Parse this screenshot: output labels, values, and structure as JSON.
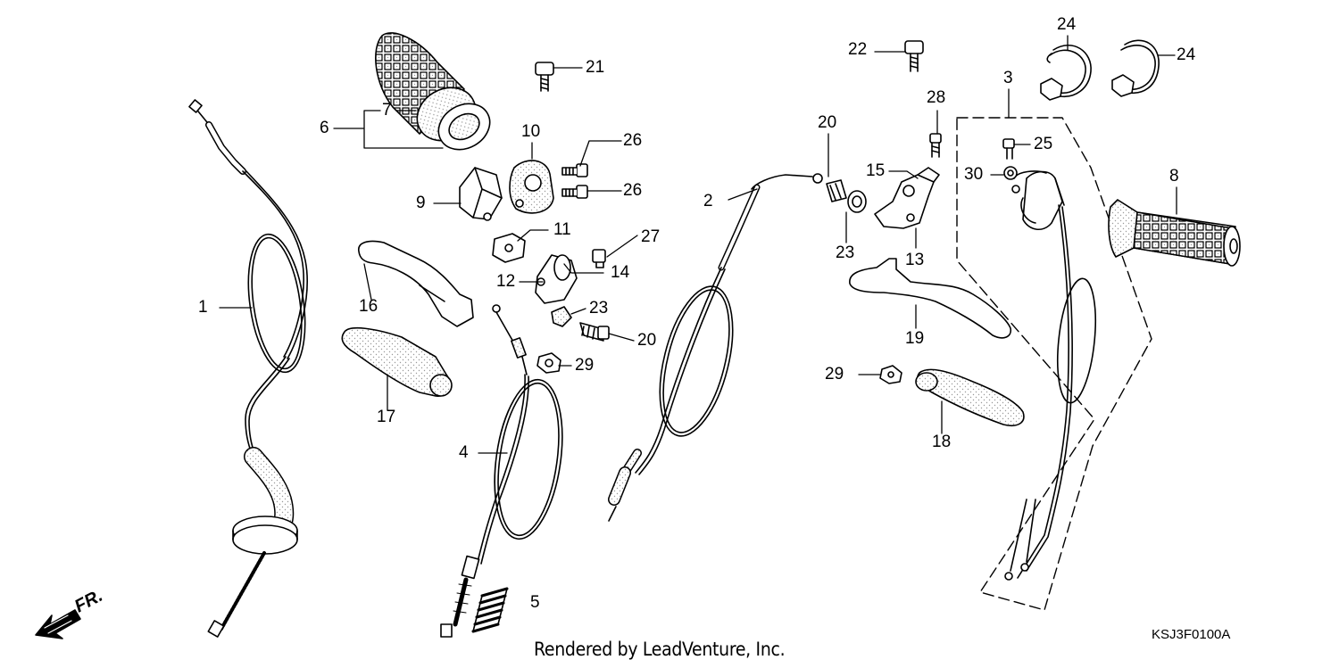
{
  "diagram": {
    "callouts": [
      {
        "id": "1",
        "text": "1"
      },
      {
        "id": "2",
        "text": "2"
      },
      {
        "id": "3",
        "text": "3"
      },
      {
        "id": "4",
        "text": "4"
      },
      {
        "id": "5",
        "text": "5"
      },
      {
        "id": "6",
        "text": "6"
      },
      {
        "id": "7",
        "text": "7"
      },
      {
        "id": "8",
        "text": "8"
      },
      {
        "id": "9",
        "text": "9"
      },
      {
        "id": "10",
        "text": "10"
      },
      {
        "id": "11",
        "text": "11"
      },
      {
        "id": "12",
        "text": "12"
      },
      {
        "id": "13",
        "text": "13"
      },
      {
        "id": "14",
        "text": "14"
      },
      {
        "id": "15",
        "text": "15"
      },
      {
        "id": "16",
        "text": "16"
      },
      {
        "id": "17",
        "text": "17"
      },
      {
        "id": "18",
        "text": "18"
      },
      {
        "id": "19",
        "text": "19"
      },
      {
        "id": "20a",
        "text": "20"
      },
      {
        "id": "20b",
        "text": "20"
      },
      {
        "id": "21",
        "text": "21"
      },
      {
        "id": "22",
        "text": "22"
      },
      {
        "id": "23a",
        "text": "23"
      },
      {
        "id": "23b",
        "text": "23"
      },
      {
        "id": "24a",
        "text": "24"
      },
      {
        "id": "24b",
        "text": "24"
      },
      {
        "id": "25",
        "text": "25"
      },
      {
        "id": "26a",
        "text": "26"
      },
      {
        "id": "26b",
        "text": "26"
      },
      {
        "id": "27",
        "text": "27"
      },
      {
        "id": "28",
        "text": "28"
      },
      {
        "id": "29a",
        "text": "29"
      },
      {
        "id": "29b",
        "text": "29"
      },
      {
        "id": "30",
        "text": "30"
      }
    ],
    "direction_label": "FR.",
    "footer_text": "Rendered by LeadVenture, Inc.",
    "diagram_code": "KSJ3F0100A"
  },
  "colors": {
    "ink": "#000000",
    "background": "#ffffff",
    "part_fill": "#ffffff",
    "stipple": "#9a9a9a"
  }
}
